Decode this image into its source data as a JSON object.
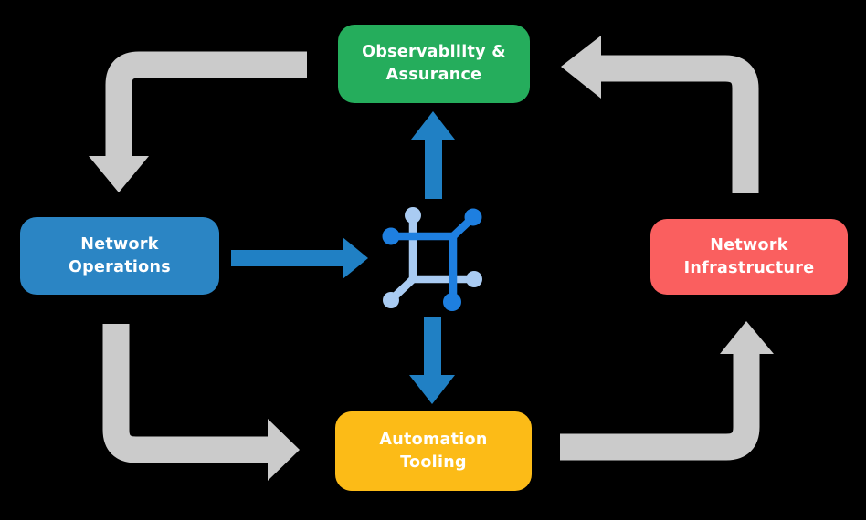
{
  "diagram": {
    "background_color": "#000000",
    "nodes": [
      {
        "id": "observability-assurance",
        "label": "Observability &\nAssurance",
        "color": "#25AD5C",
        "text_color": "#FFFFFF"
      },
      {
        "id": "network-operations",
        "label": "Network\nOperations",
        "color": "#2B85C4",
        "text_color": "#FFFFFF"
      },
      {
        "id": "network-infrastructure",
        "label": "Network\nInfrastructure",
        "color": "#FA5F5F",
        "text_color": "#FFFFFF"
      },
      {
        "id": "automation-tooling",
        "label": "Automation\nTooling",
        "color": "#FCBB17",
        "text_color": "#FFFFFF"
      }
    ],
    "center_icon": {
      "name": "network-mesh-icon",
      "dark_color": "#1E7FE0",
      "light_color": "#A9CBF2"
    },
    "arrows": {
      "cycle_color": "#CBCBCB",
      "highlight_color": "#2080C4",
      "cycle": [
        {
          "from": "observability-assurance",
          "to": "network-operations"
        },
        {
          "from": "network-operations",
          "to": "automation-tooling"
        },
        {
          "from": "automation-tooling",
          "to": "network-infrastructure"
        },
        {
          "from": "network-infrastructure",
          "to": "observability-assurance"
        }
      ],
      "highlight": [
        {
          "from": "network-operations",
          "to": "network-mesh-icon"
        },
        {
          "from": "network-mesh-icon",
          "to": "observability-assurance"
        },
        {
          "from": "network-mesh-icon",
          "to": "automation-tooling"
        }
      ]
    }
  }
}
